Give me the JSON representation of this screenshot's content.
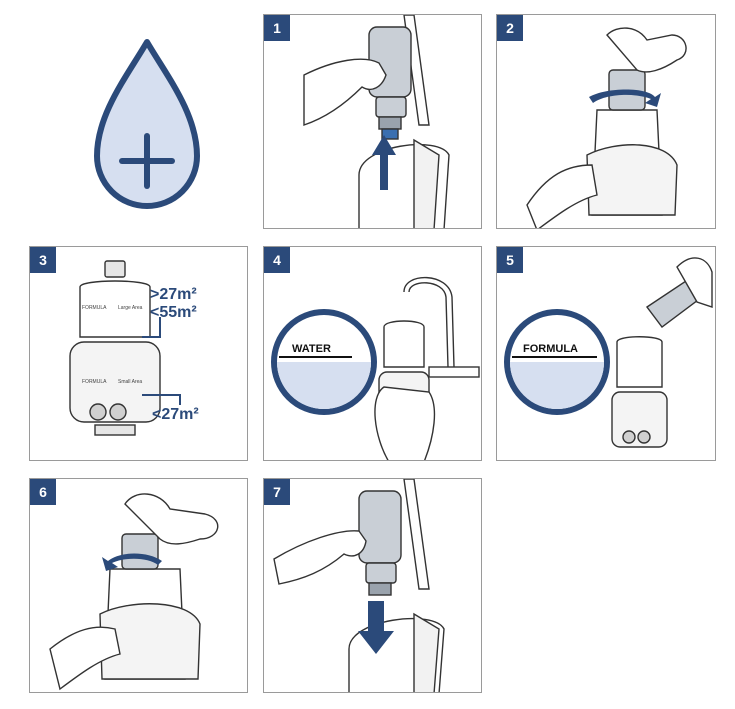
{
  "steps": [
    {
      "number": "1"
    },
    {
      "number": "2"
    },
    {
      "number": "3",
      "labels": {
        "large": ">27m²",
        "medium": "<55m²",
        "small": "<27m²"
      }
    },
    {
      "number": "4",
      "label": "WATER"
    },
    {
      "number": "5",
      "label": "FORMULA"
    },
    {
      "number": "6"
    },
    {
      "number": "7"
    }
  ],
  "colors": {
    "accent": "#2b4a7a",
    "fill_light": "#d6dff0",
    "outline": "#333333"
  },
  "icons": {
    "top_left": "water-drop-plus-icon"
  }
}
